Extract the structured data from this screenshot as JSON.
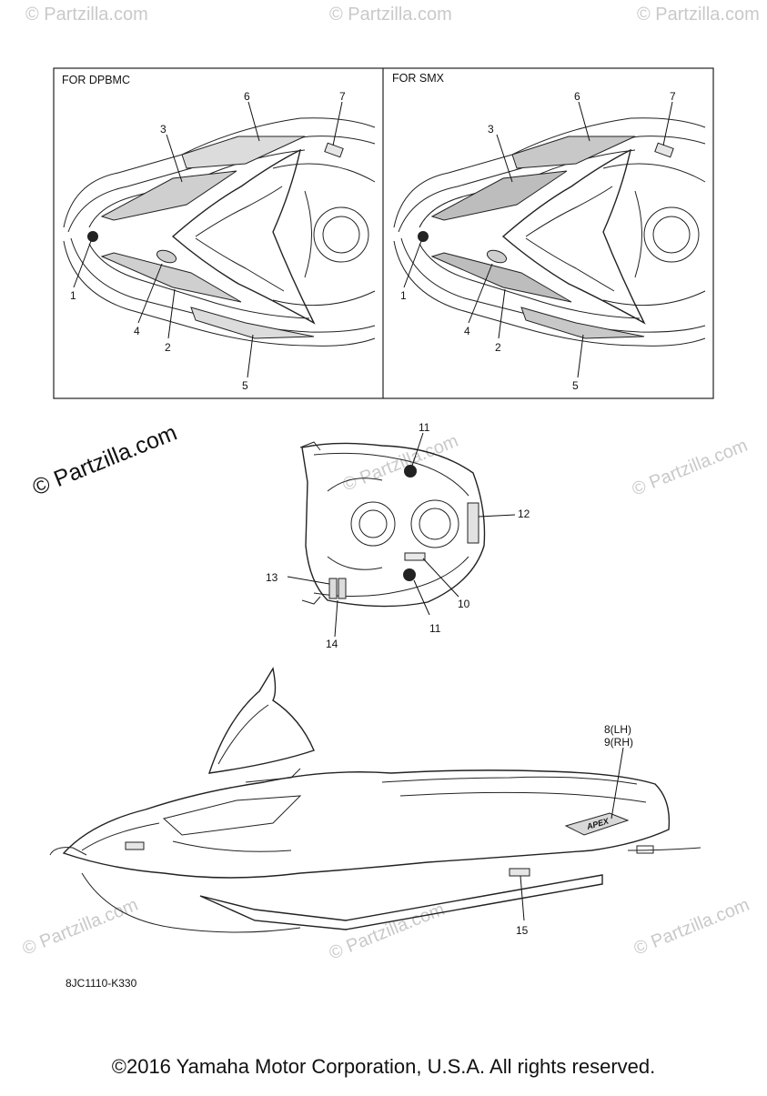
{
  "watermarks": {
    "small_text": "© Partzilla.com",
    "large_text": "© Partzilla.com"
  },
  "panels": [
    {
      "title": "FOR DPBMC",
      "callouts": [
        "1",
        "2",
        "3",
        "4",
        "5",
        "6",
        "7"
      ]
    },
    {
      "title": "FOR SMX",
      "callouts": [
        "1",
        "2",
        "3",
        "4",
        "5",
        "6",
        "7"
      ]
    }
  ],
  "rear_view": {
    "callouts": [
      "11",
      "12",
      "13",
      "10",
      "11",
      "14"
    ]
  },
  "side_view": {
    "callouts": [
      "8(LH)",
      "9(RH)",
      "15"
    ],
    "badge_text": "APEX"
  },
  "diagram_ref": "8JC1110-K330",
  "copyright": "©2016 Yamaha Motor Corporation, U.S.A. All rights reserved."
}
